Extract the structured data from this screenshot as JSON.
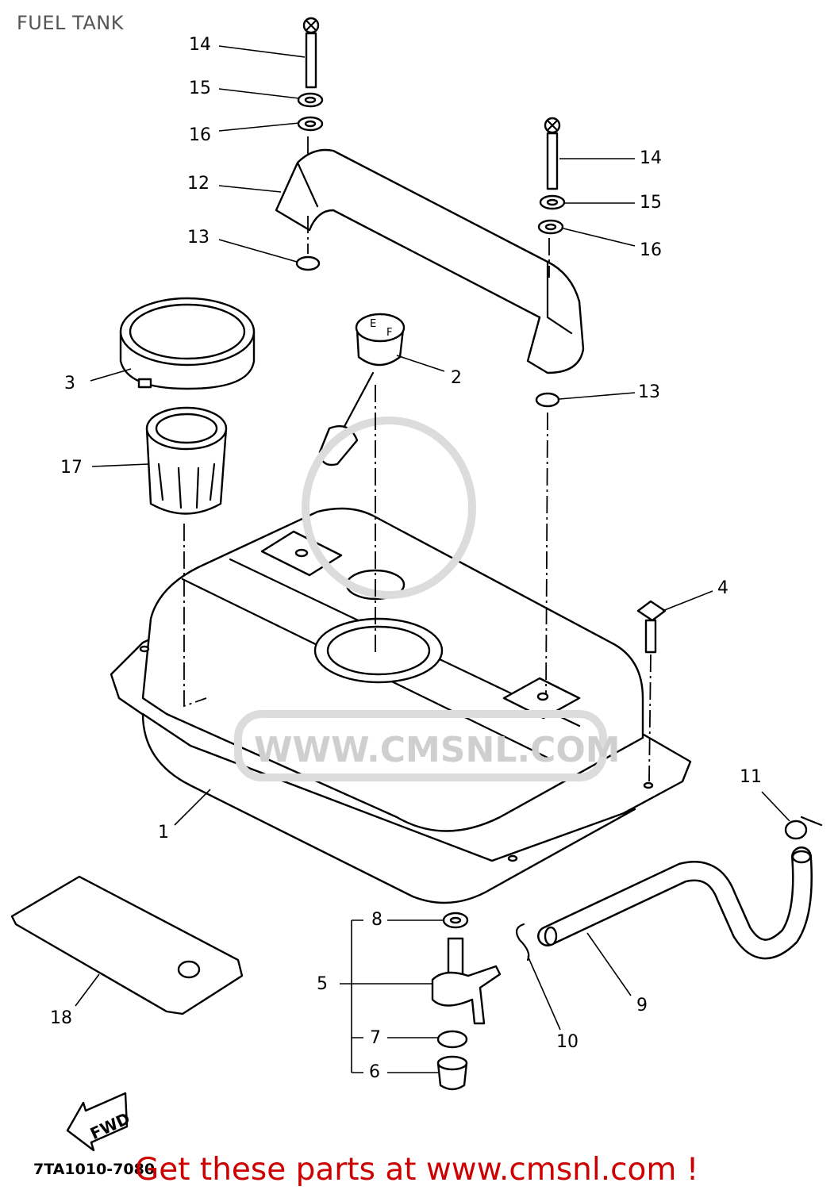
{
  "title": "FUEL TANK",
  "diagram_code": "7TA1010-7080",
  "promo": "Get these parts at www.cmsnl.com !",
  "watermark": "WWW.CMSNL.COM",
  "fwd_label": "FWD",
  "fuel_gauge_marks": {
    "e": "E",
    "f": "F"
  },
  "callouts": {
    "c14a": "14",
    "c15a": "15",
    "c16a": "16",
    "c12": "12",
    "c13a": "13",
    "c14b": "14",
    "c15b": "15",
    "c16b": "16",
    "c2": "2",
    "c3": "3",
    "c13b": "13",
    "c17": "17",
    "c4": "4",
    "c11": "11",
    "c1": "1",
    "c8": "8",
    "c5": "5",
    "c9": "9",
    "c18": "18",
    "c7": "7",
    "c10": "10",
    "c6": "6"
  },
  "colors": {
    "promo": "#cc0000",
    "title": "#555555"
  }
}
